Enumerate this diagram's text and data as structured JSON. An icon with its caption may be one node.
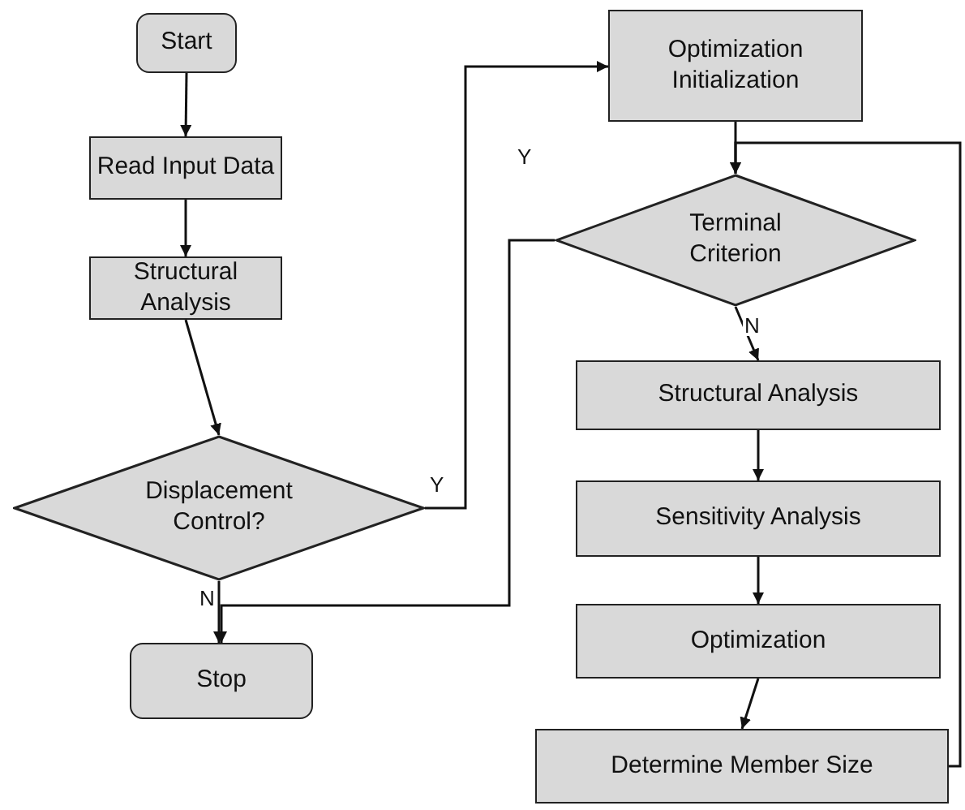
{
  "diagram": {
    "nodes": [
      {
        "text": [
          "Start"
        ]
      },
      {
        "text": [
          "Read Input Data"
        ]
      },
      {
        "text": [
          "Structural Analysis"
        ]
      },
      {
        "text": [
          "Displacement Control?"
        ]
      },
      {
        "text": [
          "Stop"
        ]
      },
      {
        "text": [
          "Optimization Initialization"
        ]
      },
      {
        "text": [
          "Terminal Criterion"
        ]
      },
      {
        "text": [
          "Structural Analysis"
        ]
      },
      {
        "text": [
          "Sensitivity Analysis"
        ]
      },
      {
        "text": [
          "Optimization"
        ]
      },
      {
        "text": [
          "Determine Member Size"
        ]
      }
    ],
    "edges": [
      {
        "from": 0,
        "to": 1,
        "arrow": "to"
      },
      {
        "from": 1,
        "to": 2,
        "arrow": "to"
      },
      {
        "from": 2,
        "to": 3,
        "arrow": "to"
      },
      {
        "from": 3,
        "to": 5,
        "arrow": "to",
        "label": "Y"
      },
      {
        "from": 3,
        "to": 4,
        "arrow": "to",
        "label": "N"
      },
      {
        "from": 5,
        "to": 6,
        "arrow": "to"
      },
      {
        "from": 6,
        "to": 4,
        "arrow": "to",
        "label": "Y"
      },
      {
        "from": 6,
        "to": 7,
        "arrow": "to",
        "label": "N"
      },
      {
        "from": 7,
        "to": 8,
        "arrow": "to"
      },
      {
        "from": 8,
        "to": 9,
        "arrow": "to"
      },
      {
        "from": 9,
        "to": 10,
        "arrow": "to"
      },
      {
        "from": 10,
        "to": 6,
        "arrow": "to"
      }
    ]
  }
}
